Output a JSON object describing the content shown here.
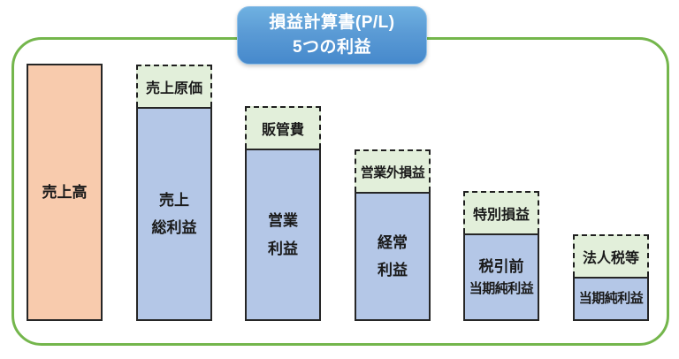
{
  "title": {
    "line1": "損益計算書(P/L)",
    "line2": "5つの利益"
  },
  "colors": {
    "frame_green": "#74B64C",
    "title_blue_top": "#6FB1E1",
    "title_blue_bottom": "#4689CC",
    "revenue_fill": "#F8CBAD",
    "profit_fill": "#B4C7E7",
    "expense_fill": "#E2EFDA",
    "bar_border": "#262626",
    "expense_border_dashed": "#1F1F1F",
    "text": "#1A1A1A"
  },
  "columns": [
    {
      "expense_label": "",
      "profit_line1": "売上高",
      "profit_line2": ""
    },
    {
      "expense_label": "売上原価",
      "profit_line1": "売上",
      "profit_line2": "総利益"
    },
    {
      "expense_label": "販管費",
      "profit_line1": "営業",
      "profit_line2": "利益"
    },
    {
      "expense_label": "営業外損益",
      "profit_line1": "経常",
      "profit_line2": "利益"
    },
    {
      "expense_label": "特別損益",
      "profit_line1": "税引前",
      "profit_line2": "当期純利益"
    },
    {
      "expense_label": "法人税等",
      "profit_line1": "当期純利益",
      "profit_line2": ""
    }
  ]
}
